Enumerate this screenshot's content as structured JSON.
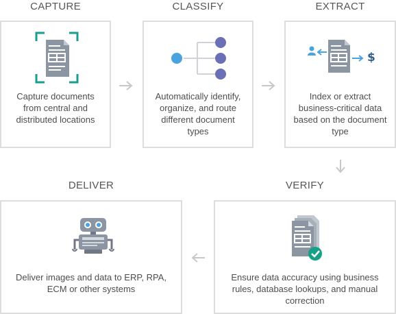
{
  "stages": {
    "capture": {
      "title": "CAPTURE",
      "description": "Capture documents from central and distributed locations",
      "icon": "document-scan-icon"
    },
    "classify": {
      "title": "CLASSIFY",
      "description": "Automatically identify, organize, and route different document types",
      "icon": "classification-tree-icon"
    },
    "extract": {
      "title": "EXTRACT",
      "description": "Index or extract business-critical data based on the document type",
      "icon": "data-extraction-icon",
      "currency_symbol": "$"
    },
    "verify": {
      "title": "VERIFY",
      "description": "Ensure data accuracy using business rules, database lookups, and manual correction",
      "icon": "verified-documents-icon"
    },
    "deliver": {
      "title": "DELIVER",
      "description": "Deliver images and data to ERP, RPA, ECM or other systems",
      "icon": "robot-icon"
    }
  },
  "colors": {
    "border": "#dddddd",
    "arrow": "#c8c8c8",
    "teal": "#1a9e8f",
    "blue": "#4aa3df",
    "purple": "#6b6fb5",
    "doc": "#8c96a3",
    "check": "#16a085"
  }
}
